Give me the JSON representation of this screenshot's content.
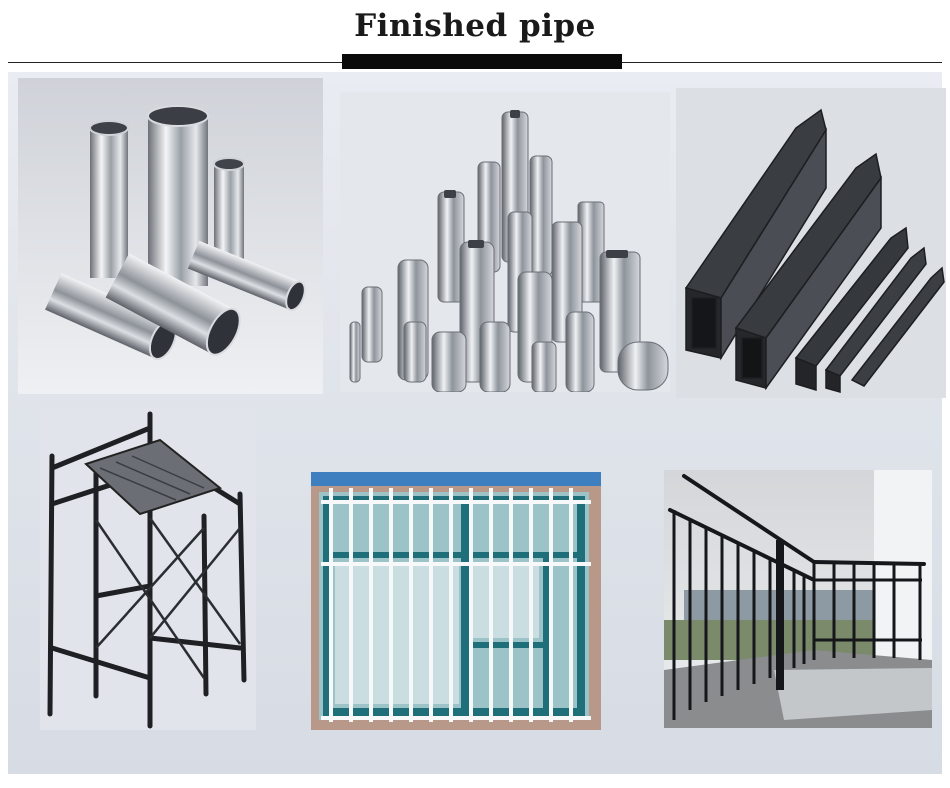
{
  "header": {
    "title": "Finished pipe"
  },
  "photos": [
    {
      "id": "round-pipes",
      "icon": "round-stainless-pipes-photo"
    },
    {
      "id": "slotted-pipes",
      "icon": "slotted-stainless-pipes-photo"
    },
    {
      "id": "square-pipes",
      "icon": "black-rectangular-pipes-photo"
    },
    {
      "id": "scaffold",
      "icon": "scaffolding-frame-photo"
    },
    {
      "id": "window-guard",
      "icon": "window-guard-grille-photo"
    },
    {
      "id": "balcony-railing",
      "icon": "balcony-railing-photo"
    }
  ],
  "colors": {
    "steel_light": "#eef0f3",
    "steel_dark": "#5a5f66",
    "black_steel": "#2b2e33",
    "teal_window": "#1f6f7a"
  }
}
